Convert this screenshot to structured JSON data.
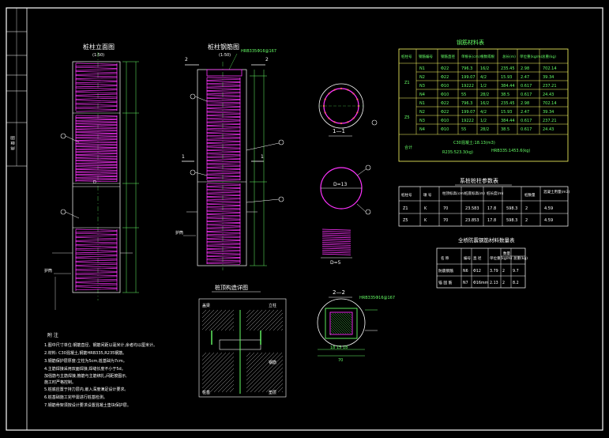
{
  "colors": {
    "background": "#000000",
    "frame": "#ffffff",
    "rebar": "#ff33ff",
    "table_border": "#ffff66",
    "table_text": "#66ff66",
    "dim": "#66ff66",
    "hatch": "#dddddd",
    "grey": "#9a9a9a",
    "ground": "#cccccc"
  },
  "title_block": {
    "label": "桩 基 图"
  },
  "views": {
    "elevation_title": "桩柱立面图",
    "elevation_scale": "(1:50)",
    "rebar_title": "桩柱钢筋图",
    "rebar_scale": "(1:50)",
    "rebar_callout": "HRB335Φ16@167",
    "section_a": "2",
    "section_b": "1",
    "note_ref": "D",
    "d_label": "D",
    "anchor_label": "护筒",
    "bottom_label": "桩底"
  },
  "sections": {
    "s11_label": "1—1",
    "d13_label": "D=13",
    "d5_label": "D=5",
    "s22_label": "2—2",
    "s22_callout": "HRB335Φ16@167",
    "s22_dims": "18 15 18",
    "s22_total": "70"
  },
  "construction": {
    "title": "桩顶构造详图",
    "labels": [
      "盖梁",
      "立柱",
      "钢筋",
      "桩基",
      "垫层"
    ]
  },
  "notes": {
    "heading": "附 注",
    "items": [
      "1.图中尺寸单位:钢筋直径、钢筋间距以毫米计,余者均以厘米计。",
      "2.材料: C30混凝土,钢筋HRB335,R235钢筋。",
      "3.钢筋保护层厚度:立柱为5cm,桩基础为7cm。",
      "4.主筋焊接采用双面焊接,焊缝长度不小于5d。",
      "  加强筋与主筋焊接,箍筋与主筋绑扎,间距按图示,",
      "  施工时严格控制。",
      "5.桩底应置于持力层内,嵌入深度满足设计要求。",
      "6.桩基础施工完毕需进行桩基检测。",
      "7.钢筋骨架须按设计要求设置混凝土垫块保护层。"
    ]
  },
  "table_rebar": {
    "title": "钢筋材料表",
    "headers": [
      "桩柱号",
      "钢筋编号",
      "钢筋直径",
      "单根长(cm)",
      "根数或根",
      "总长(m)",
      "单位重(kg/m)",
      "总重(kg)"
    ],
    "groups": [
      {
        "pier": "Z1",
        "rows": [
          [
            "N1",
            "Φ22",
            "796.3",
            "16/2",
            "235.45",
            "2.98",
            "702.14"
          ],
          [
            "N2",
            "Φ22",
            "199.07",
            "4/2",
            "15.93",
            "2.47",
            "39.34"
          ],
          [
            "N3",
            "Φ10",
            "19222",
            "1/2",
            "384.44",
            "0.617",
            "237.21"
          ],
          [
            "N4",
            "Φ10",
            "55",
            "28/2",
            "38.5",
            "0.617",
            "24.43"
          ]
        ]
      },
      {
        "pier": "Z5",
        "rows": [
          [
            "N1",
            "Φ22",
            "796.3",
            "16/2",
            "235.45",
            "2.98",
            "702.14"
          ],
          [
            "N2",
            "Φ22",
            "199.07",
            "4/2",
            "15.93",
            "2.47",
            "39.34"
          ],
          [
            "N3",
            "Φ10",
            "19222",
            "1/2",
            "384.44",
            "0.617",
            "237.21"
          ],
          [
            "N4",
            "Φ10",
            "55",
            "28/2",
            "38.5",
            "0.617",
            "24.43"
          ]
        ]
      }
    ],
    "total_label": "合计",
    "total_line1": "C30混凝土:18.13(m3)",
    "total_line2": "HRB335:1453.6(kg)",
    "total_line3": "R235:523.3(kg)"
  },
  "table_params": {
    "title": "系桩桩柱参数表",
    "headers": [
      "桩柱号",
      "墩 号",
      "柱顶标高(cm)",
      "桩底标高(m)",
      "桩长度(m)",
      "桩数量",
      "混凝土用量(m3)"
    ],
    "rows": [
      [
        "Z1",
        "K",
        "70",
        "23.583",
        "17.8",
        "598.3",
        "2",
        "4.59"
      ],
      [
        "Z5",
        "K",
        "70",
        "23.853",
        "17.8",
        "598.3",
        "2",
        "4.59"
      ]
    ]
  },
  "table_material": {
    "title": "全桥防震钢筋材料数量表",
    "headers": [
      "名 称",
      "编号",
      "直 径",
      "单位重(kg/m)",
      "数量",
      "总重(kg)"
    ],
    "rows": [
      [
        "防震钢筋",
        "N6",
        "Φ12",
        "3.79",
        "2",
        "9.7"
      ],
      [
        "锚 固 筋",
        "N7",
        "Φ16mm",
        "2.13",
        "2",
        "8.2"
      ]
    ]
  }
}
